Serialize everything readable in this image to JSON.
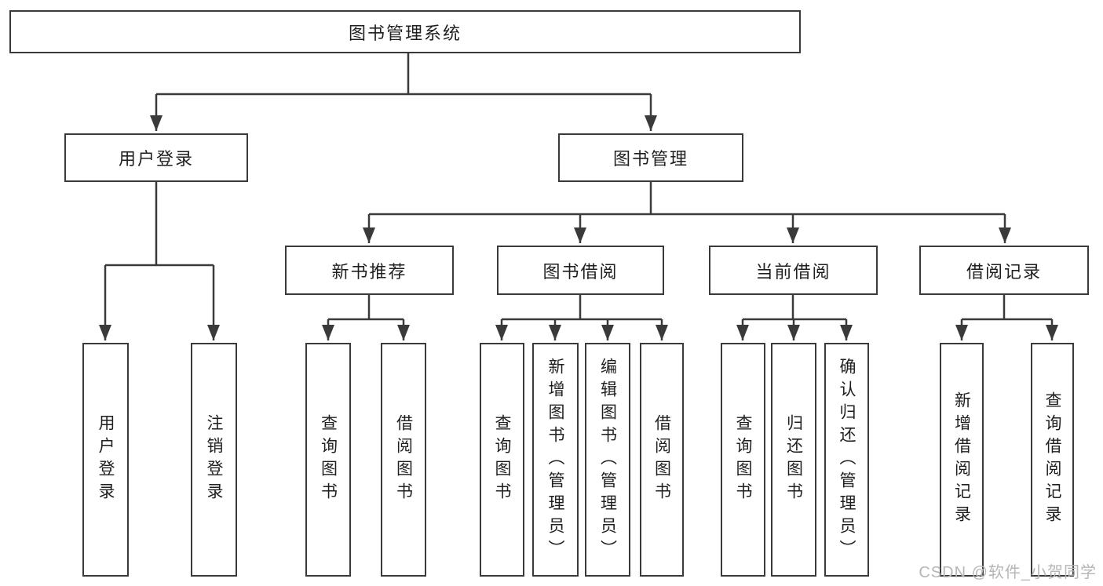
{
  "colors": {
    "line": "#3a3a3a",
    "text": "#1f1f1f",
    "box_background": "#ffffff",
    "watermark": "#b6b6b6"
  },
  "tree": {
    "root": "图书管理系统",
    "level2": [
      {
        "label": "用户登录",
        "children": [
          "用户登录",
          "注销登录"
        ]
      },
      {
        "label": "图书管理",
        "children": [
          {
            "label": "新书推荐",
            "children": [
              "查询图书",
              "借阅图书"
            ]
          },
          {
            "label": "图书借阅",
            "children": [
              "查询图书",
              "新增图书（管理员）",
              "编辑图书（管理员）",
              "借阅图书"
            ]
          },
          {
            "label": "当前借阅",
            "children": [
              "查询图书",
              "归还图书",
              "确认归还（管理员）"
            ]
          },
          {
            "label": "借阅记录",
            "children": [
              "新增借阅记录",
              "查询借阅记录"
            ]
          }
        ]
      }
    ]
  },
  "watermark": {
    "text": "CSDN @软件_小贺同学"
  }
}
